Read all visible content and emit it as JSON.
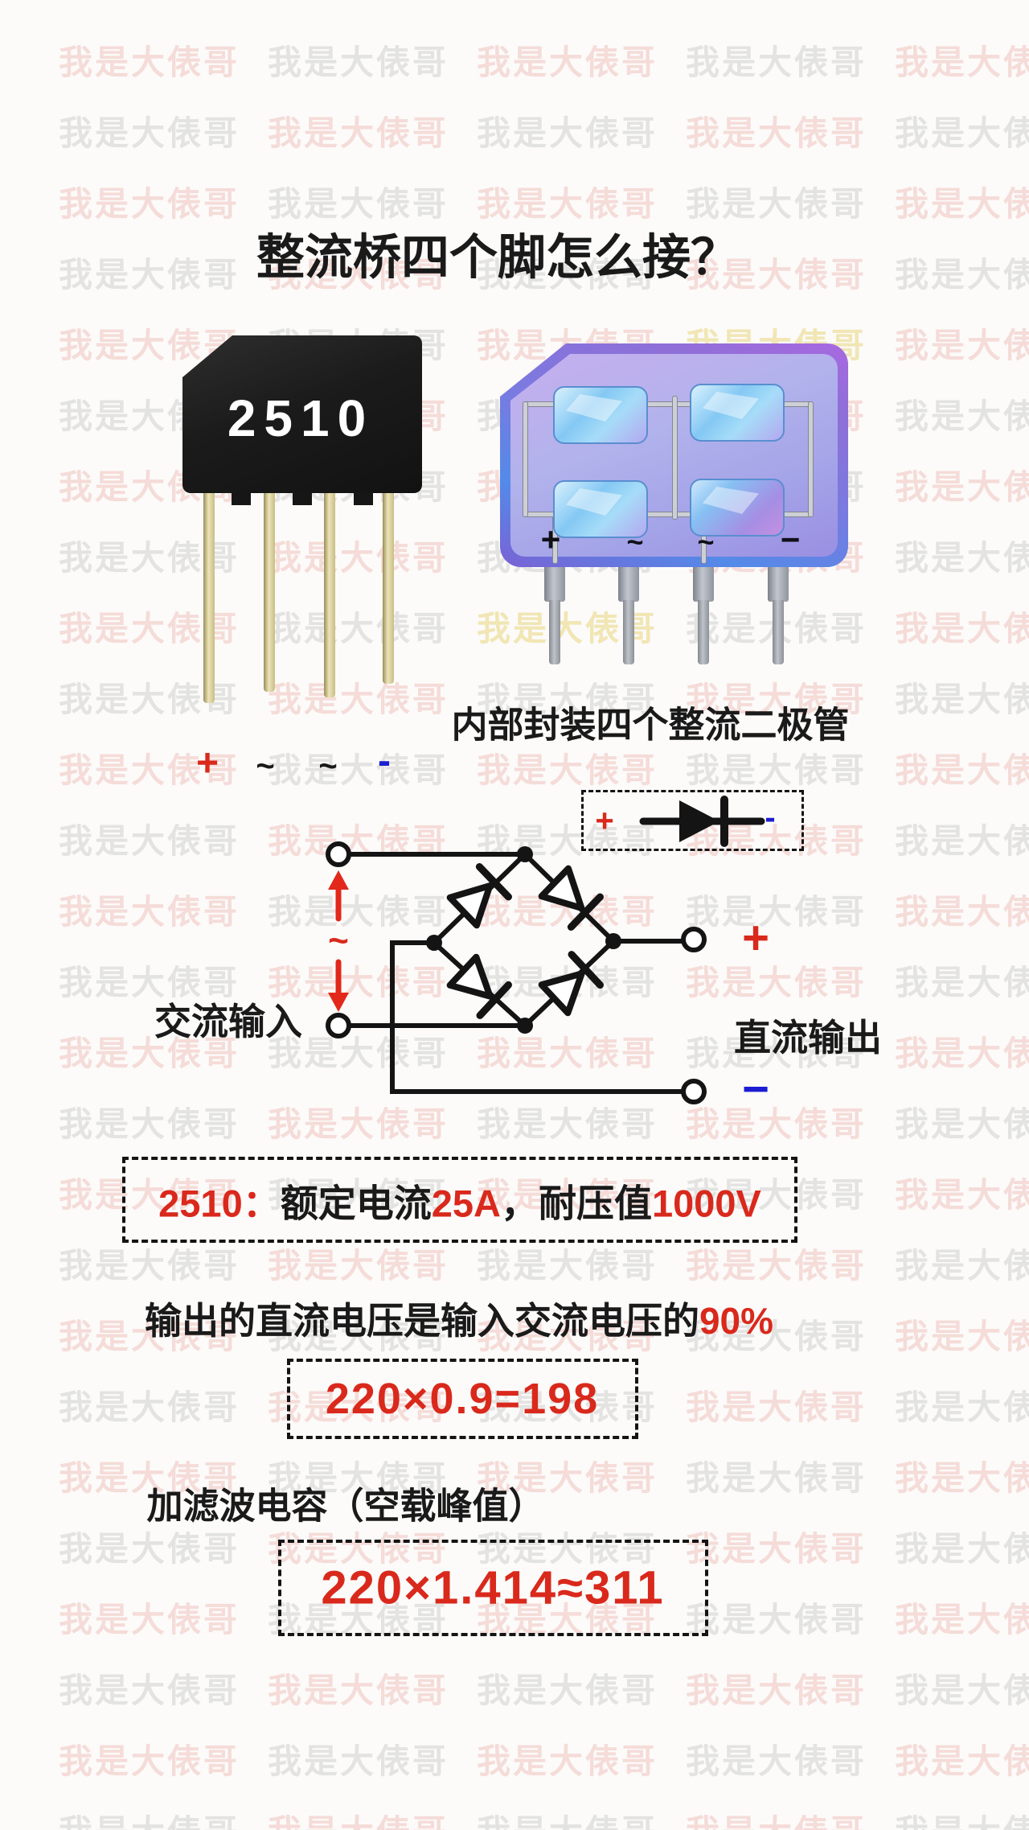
{
  "watermark": {
    "text": "我是大俵哥"
  },
  "title": "整流桥四个脚怎么接？",
  "black_component": {
    "label": "2510",
    "pin_labels": {
      "plus": "+",
      "ac1": "~",
      "ac2": "~",
      "minus": "-"
    }
  },
  "purple_component": {
    "pin_labels": {
      "plus": "+",
      "ac1": "~",
      "ac2": "~",
      "minus": "−"
    },
    "caption": "内部封装四个整流二极管"
  },
  "diode_legend": {
    "plus": "+",
    "minus": "-"
  },
  "bridge": {
    "ac_label": "交流输入",
    "ac_tilde": "~",
    "dc_label": "直流输出",
    "plus": "+",
    "minus": "−"
  },
  "spec_box": {
    "parts": [
      {
        "text": "2510：",
        "color": "red"
      },
      {
        "text": "额定电流",
        "color": "black"
      },
      {
        "text": "25A",
        "color": "red"
      },
      {
        "text": "，耐压值",
        "color": "black"
      },
      {
        "text": "1000V",
        "color": "red"
      }
    ]
  },
  "ratio_line": {
    "black": "输出的直流电压是输入交流电压的",
    "red": "90%"
  },
  "calc_box_rms": "220×0.9=198",
  "filter_line": "加滤波电容（空载峰值）",
  "calc_box_peak": "220×1.414≈311",
  "colors": {
    "red": "#d9291c",
    "blue": "#1d1dd2",
    "black_text": "#1a1a1a",
    "watermark_pink": "rgba(224,130,118,0.26)",
    "watermark_gray": "rgba(150,150,150,0.24)",
    "watermark_yellow": "rgba(228,204,96,0.45)",
    "background": "#fcfbfa"
  }
}
